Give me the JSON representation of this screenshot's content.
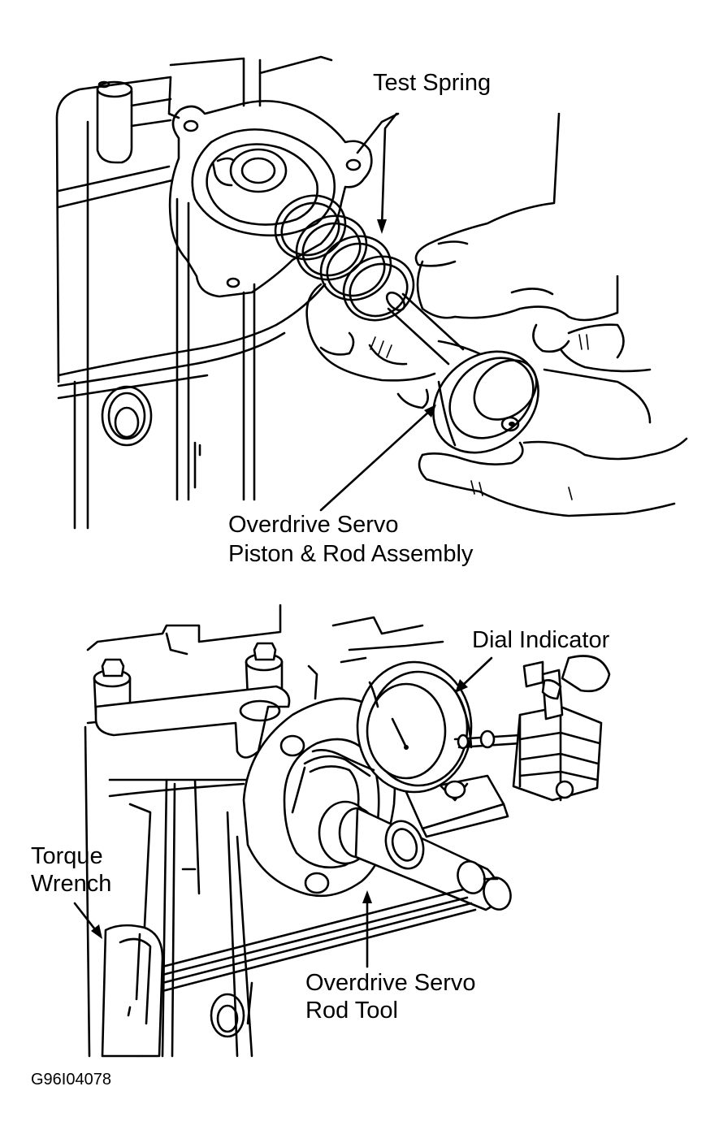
{
  "figure": {
    "top": {
      "labels": {
        "test_spring": "Test Spring",
        "piston_line1": "Overdrive Servo",
        "piston_line2": "Piston & Rod Assembly"
      }
    },
    "bottom": {
      "labels": {
        "dial_indicator": "Dial Indicator",
        "torque_line1": "Torque",
        "torque_line2": "Wrench",
        "rod_tool_line1": "Overdrive Servo",
        "rod_tool_line2": "Rod Tool"
      }
    },
    "figure_code": "G96I04078"
  }
}
